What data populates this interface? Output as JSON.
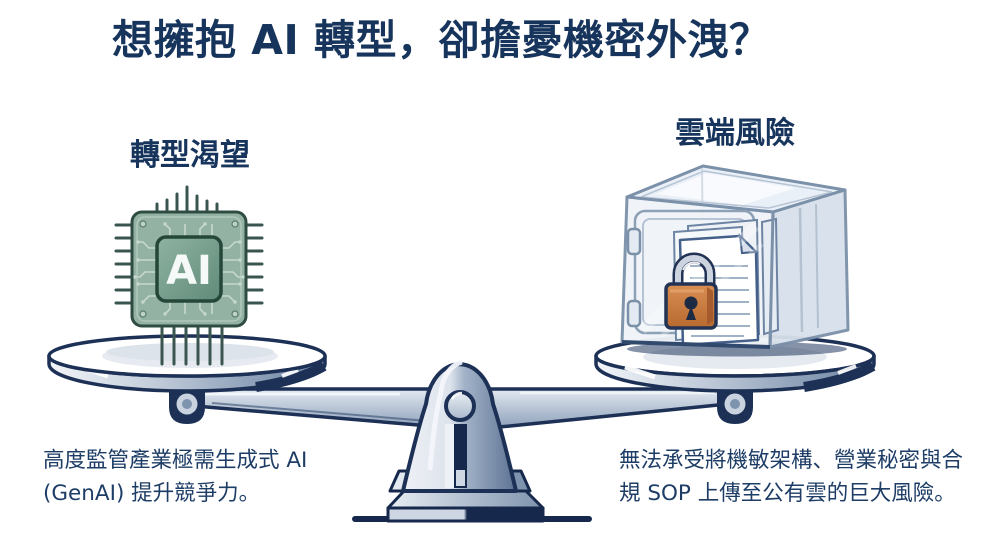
{
  "page": {
    "background": "#ffffff",
    "title": "想擁抱 AI 轉型，卻擔憂機密外洩？"
  },
  "left_side": {
    "label": "轉型渴望",
    "chip_text": "AI",
    "caption": "高度監管產業極需生成式 AI\n(GenAI) 提升競爭力。"
  },
  "right_side": {
    "label": "雲端風險",
    "caption": "無法承受將機敏架構、營業秘密與合\n規 SOP 上傳至公有雲的巨大風險。"
  },
  "icons": {
    "balance_scale": "balance-scale",
    "ai_chip": "ai-chip",
    "safe": "transparent-locked-safe",
    "padlock": "padlock",
    "documents": "document-stack"
  },
  "colors": {
    "title_text": "#17355c",
    "caption_text": "#1e3d66",
    "outline_navy": "#1d3156",
    "steel_blue": "#9aadc4",
    "chip_green": "#93b2a4",
    "chip_inner_green": "#6f9483",
    "padlock_orange": "#c97a40"
  }
}
